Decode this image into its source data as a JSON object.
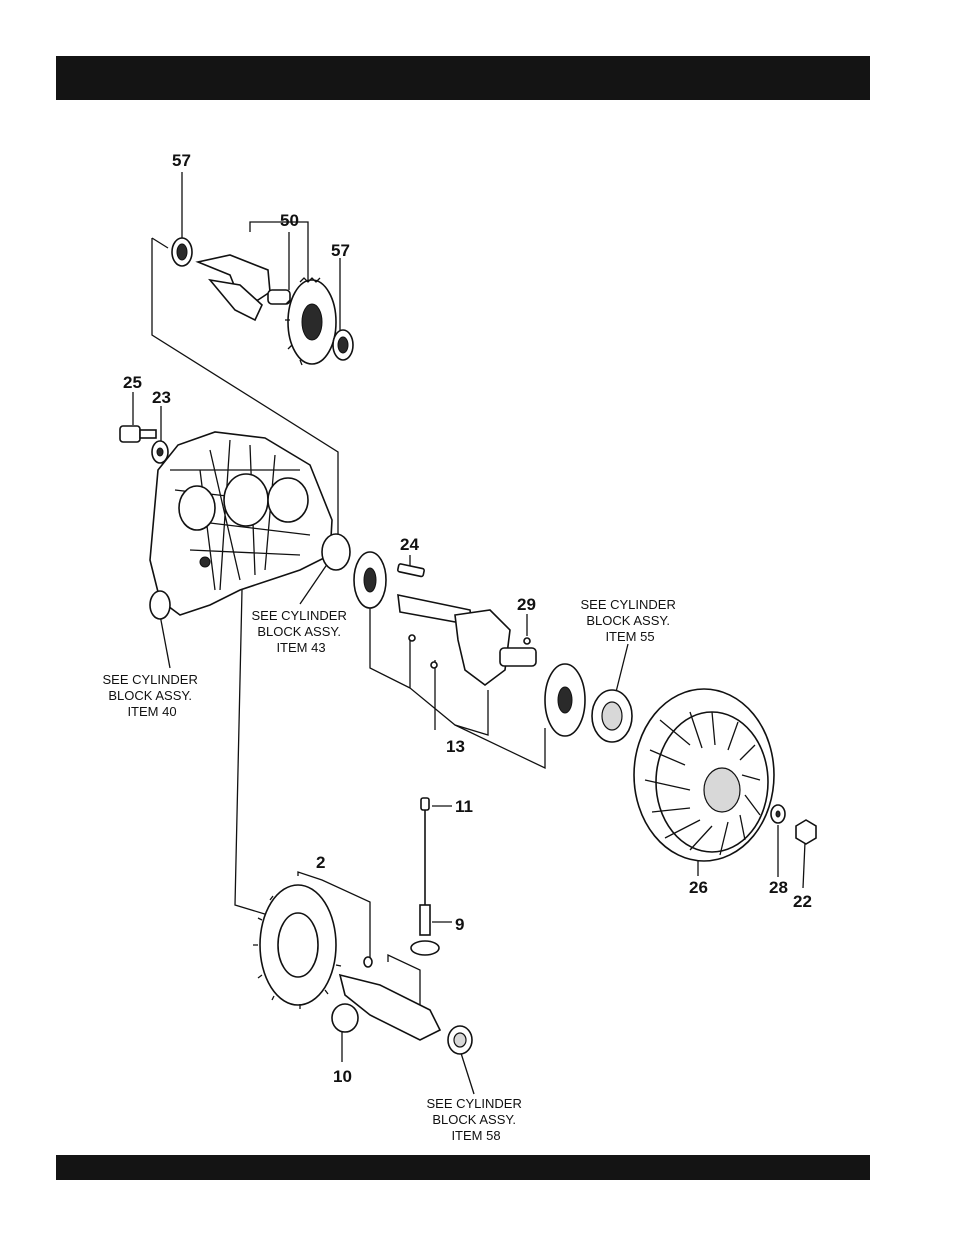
{
  "labels": {
    "p57a": "57",
    "p50": "50",
    "p57b": "57",
    "p25": "25",
    "p23": "23",
    "p24": "24",
    "p29": "29",
    "p13": "13",
    "p11": "11",
    "p9": "9",
    "p2": "2",
    "p10": "10",
    "p26": "26",
    "p28": "28",
    "p22": "22"
  },
  "refs": {
    "item55": [
      "SEE CYLINDER",
      "BLOCK ASSY.",
      "ITEM 55"
    ],
    "item43": [
      "SEE CYLINDER",
      "BLOCK ASSY.",
      "ITEM 43"
    ],
    "item40": [
      "SEE CYLINDER",
      "BLOCK ASSY.",
      "ITEM 40"
    ],
    "item58": [
      "SEE CYLINDER",
      "BLOCK ASSY.",
      "ITEM 58"
    ]
  }
}
